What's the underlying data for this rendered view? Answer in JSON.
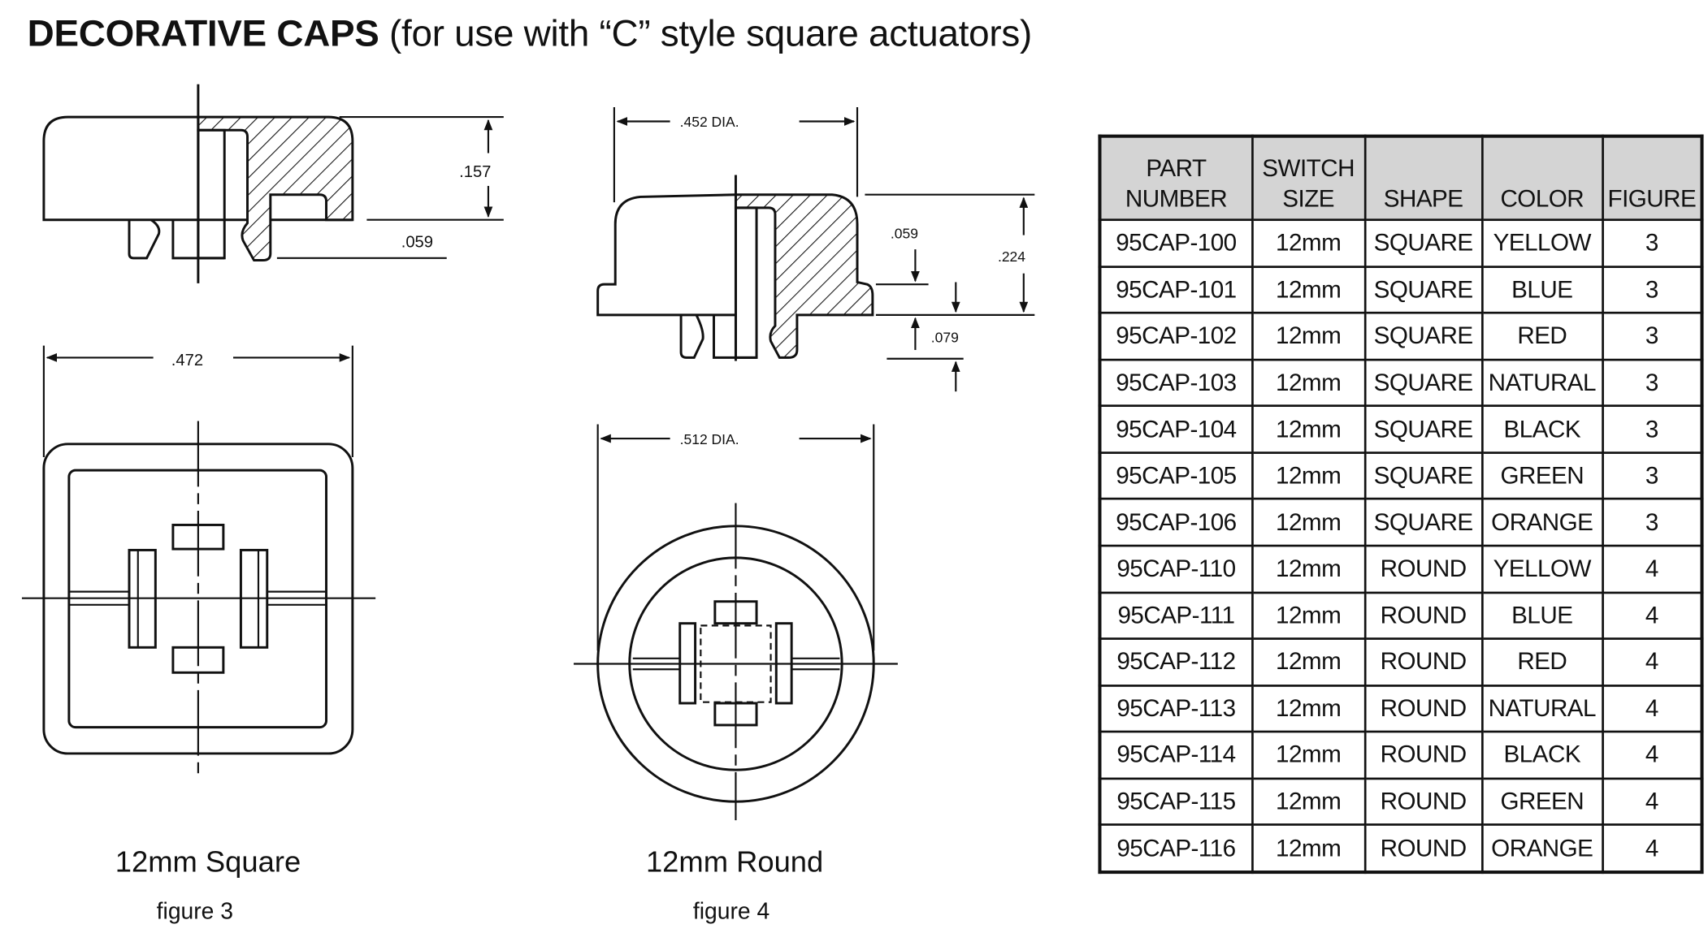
{
  "title": {
    "bold": "DECORATIVE CAPS",
    "rest": " (for use with “C” style square actuators)"
  },
  "figure3": {
    "dims": {
      "height": ".157",
      "stem": ".059",
      "width": ".472"
    },
    "name": "12mm Square",
    "label": "figure 3"
  },
  "figure4": {
    "dims": {
      "top_dia": ".452 DIA.",
      "flange": ".059",
      "height": ".224",
      "stem": ".079",
      "base_dia": ".512 DIA."
    },
    "name": "12mm Round",
    "label": "figure 4"
  },
  "table": {
    "headers": [
      {
        "l1": "PART",
        "l2": "NUMBER"
      },
      {
        "l1": "SWITCH",
        "l2": "SIZE"
      },
      {
        "l1": "",
        "l2": "SHAPE"
      },
      {
        "l1": "",
        "l2": "COLOR"
      },
      {
        "l1": "",
        "l2": "FIGURE"
      }
    ],
    "rows": [
      [
        "95CAP-100",
        "12mm",
        "SQUARE",
        "YELLOW",
        "3"
      ],
      [
        "95CAP-101",
        "12mm",
        "SQUARE",
        "BLUE",
        "3"
      ],
      [
        "95CAP-102",
        "12mm",
        "SQUARE",
        "RED",
        "3"
      ],
      [
        "95CAP-103",
        "12mm",
        "SQUARE",
        "NATURAL",
        "3"
      ],
      [
        "95CAP-104",
        "12mm",
        "SQUARE",
        "BLACK",
        "3"
      ],
      [
        "95CAP-105",
        "12mm",
        "SQUARE",
        "GREEN",
        "3"
      ],
      [
        "95CAP-106",
        "12mm",
        "SQUARE",
        "ORANGE",
        "3"
      ],
      [
        "95CAP-110",
        "12mm",
        "ROUND",
        "YELLOW",
        "4"
      ],
      [
        "95CAP-111",
        "12mm",
        "ROUND",
        "BLUE",
        "4"
      ],
      [
        "95CAP-112",
        "12mm",
        "ROUND",
        "RED",
        "4"
      ],
      [
        "95CAP-113",
        "12mm",
        "ROUND",
        "NATURAL",
        "4"
      ],
      [
        "95CAP-114",
        "12mm",
        "ROUND",
        "BLACK",
        "4"
      ],
      [
        "95CAP-115",
        "12mm",
        "ROUND",
        "GREEN",
        "4"
      ],
      [
        "95CAP-116",
        "12mm",
        "ROUND",
        "ORANGE",
        "4"
      ]
    ]
  }
}
